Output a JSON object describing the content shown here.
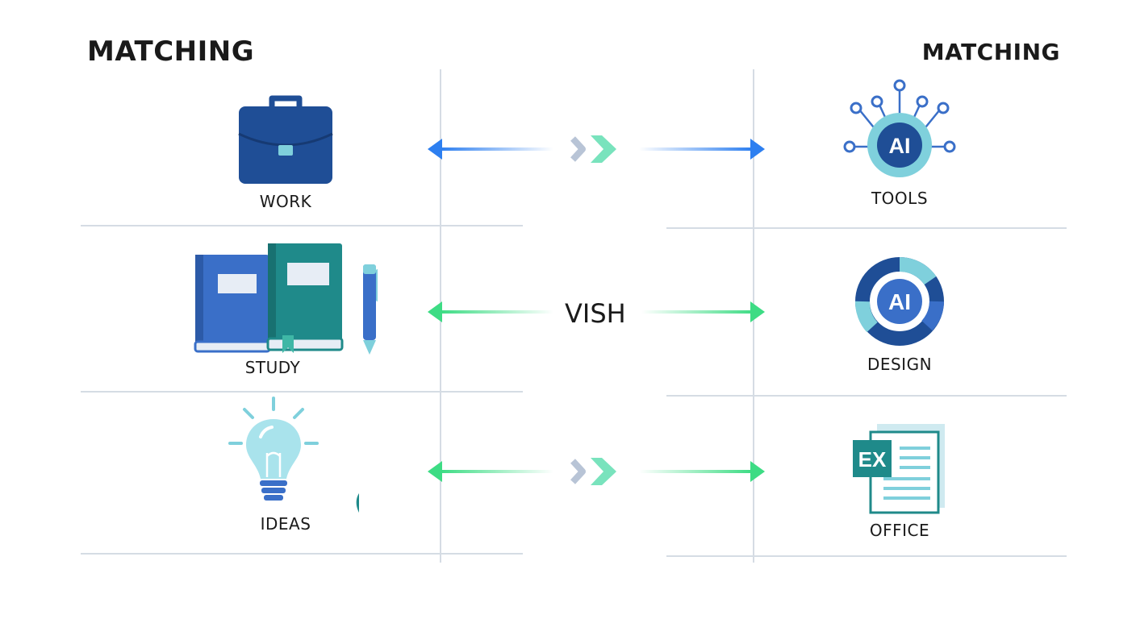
{
  "headings": {
    "left": "MATCHING",
    "right": "MATCHING"
  },
  "left_items": [
    {
      "label": "WORK",
      "icon": "briefcase-icon"
    },
    {
      "label": "STUDY",
      "icon": "books-pen-icon"
    },
    {
      "label": "IDEAS",
      "icon": "lightbulb-brush-icon"
    }
  ],
  "right_items": [
    {
      "label": "TOOLS",
      "icon": "ai-network-icon",
      "badge": "AI"
    },
    {
      "label": "DESIGN",
      "icon": "ai-ring-icon",
      "badge": "AI"
    },
    {
      "label": "OFFICE",
      "icon": "spreadsheet-document-icon",
      "badge": "EX"
    }
  ],
  "connectors": [
    {
      "center": "chevrons",
      "color": "#2d7ff0"
    },
    {
      "center_text": "VISH",
      "color": "#3ddc84"
    },
    {
      "center": "chevrons",
      "color": "#3ddc84"
    }
  ],
  "colors": {
    "navy": "#1f4e96",
    "blue": "#3a6fc8",
    "teal": "#1f8a8a",
    "cyan": "#7fd0dc",
    "green": "#3ddc84",
    "arrow_blue": "#2d7ff0",
    "grid": "#d5dce4"
  }
}
